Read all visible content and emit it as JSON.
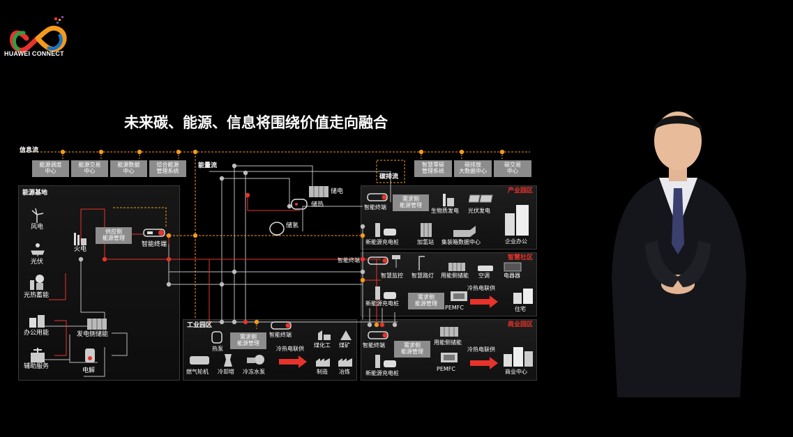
{
  "brand": {
    "name": "HUAWEI CONNECT"
  },
  "slide": {
    "title": "未来碳、能源、信息将围绕价值走向融合",
    "info_flow": "信息流",
    "energy_flow": "能量流",
    "carbon_flow": "碳排流",
    "top_left_boxes": [
      {
        "line1": "能源调度",
        "line2": "中心"
      },
      {
        "line1": "能源交易",
        "line2": "中心"
      },
      {
        "line1": "能源数据",
        "line2": "中心"
      },
      {
        "line1": "综合能源",
        "line2": "管理系统"
      }
    ],
    "top_right_boxes": [
      {
        "line1": "智慧零碳",
        "line2": "管理系统"
      },
      {
        "line1": "碳排放",
        "line2": "大数据中心"
      },
      {
        "line1": "碳交易",
        "line2": "中心"
      }
    ],
    "base": {
      "title": "能源基地",
      "wind": "风电",
      "solar": "光伏",
      "thermal_storage": "光热蓄能",
      "thermal_power": "火电",
      "supply_mgmt_1": "供应侧",
      "supply_mgmt_2": "能源管理",
      "smart_terminal": "智能终端",
      "office_energy": "办公用能",
      "aux_service": "辅助服务",
      "gen_storage": "发电侧储能",
      "electrolysis": "电解"
    },
    "storage": {
      "power": "储电",
      "heat": "储热",
      "hydrogen": "储氢"
    },
    "industry": {
      "title": "产业园区",
      "smart_terminal": "智能终端",
      "demand_1": "需求侧",
      "demand_2": "能源管理",
      "biomass": "生物质发电",
      "pv": "光伏发电",
      "charging": "新能源充电桩",
      "hydrogen_station": "加氢站",
      "datacenter": "集装箱数据中心",
      "office": "企业办公"
    },
    "community": {
      "title": "智慧社区",
      "smart_terminal": "智能终端",
      "monitor": "智慧监控",
      "streetlight": "智慧路灯",
      "user_storage": "用能侧储能",
      "ac": "空调",
      "appliance": "电器器",
      "charging": "新能源充电桩",
      "demand_1": "需求侧",
      "demand_2": "能源管理",
      "pemfc": "PEMFC",
      "cchp": "冷热电联供",
      "residence": "住宅"
    },
    "industrial": {
      "title": "工业园区",
      "heat_pump": "热泵",
      "demand_1": "需求侧",
      "demand_2": "能源管理",
      "smart_terminal": "智能终端",
      "cchp": "冷热电联供",
      "coal_chem": "煤化工",
      "coal_mine": "煤矿",
      "manufacturing": "制造",
      "smelting": "冶炼",
      "gas_turbine": "燃气轮机",
      "cooling_tower": "冷却塔",
      "chilled_pump": "冷冻水泵"
    },
    "commercial": {
      "title": "商业园区",
      "smart_terminal": "智能终端",
      "demand_1": "需求侧",
      "demand_2": "能源管理",
      "user_storage": "用能侧储能",
      "cchp": "冷热电联供",
      "pemfc": "PEMFC",
      "charging": "新能源充电桩",
      "center": "商业中心"
    }
  },
  "colors": {
    "orange": "#f39a1e",
    "red": "#e7332b",
    "grey": "#8c8c8c",
    "line": "#bdbdbd"
  }
}
